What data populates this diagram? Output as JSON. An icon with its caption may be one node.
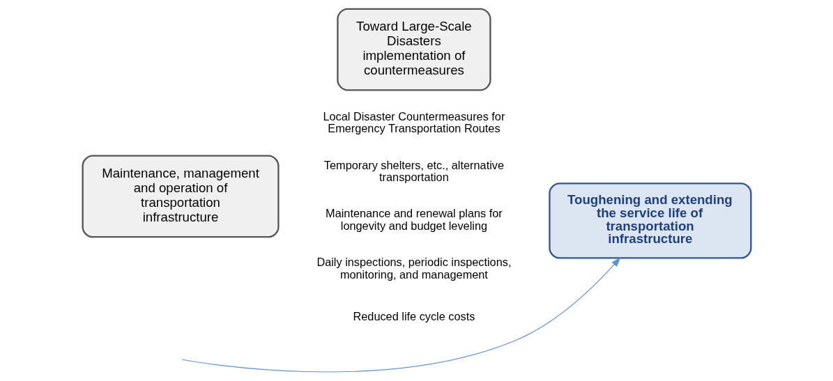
{
  "diagram": {
    "nodes": [
      {
        "text": [
          "Maintenance, management and operation of transportation infrastructure"
        ]
      },
      {
        "text": [
          "Toward Large-Scale Disasters",
          "implementation of countermeasures"
        ]
      },
      {
        "text": [
          "Toughening and extending the service life of transportation infrastructure"
        ]
      }
    ],
    "edges": [
      {
        "from": null,
        "to": 2,
        "arrow": "to",
        "color": "#5b8fd6"
      }
    ],
    "labels": [
      "Local Disaster Countermeasures for Emergency Transportation Routes",
      "Temporary shelters, etc., alternative transportation",
      "Maintenance and renewal plans for longevity and budget leveling",
      "Daily inspections, periodic inspections, monitoring, and management",
      "Reduced life cycle costs"
    ]
  }
}
